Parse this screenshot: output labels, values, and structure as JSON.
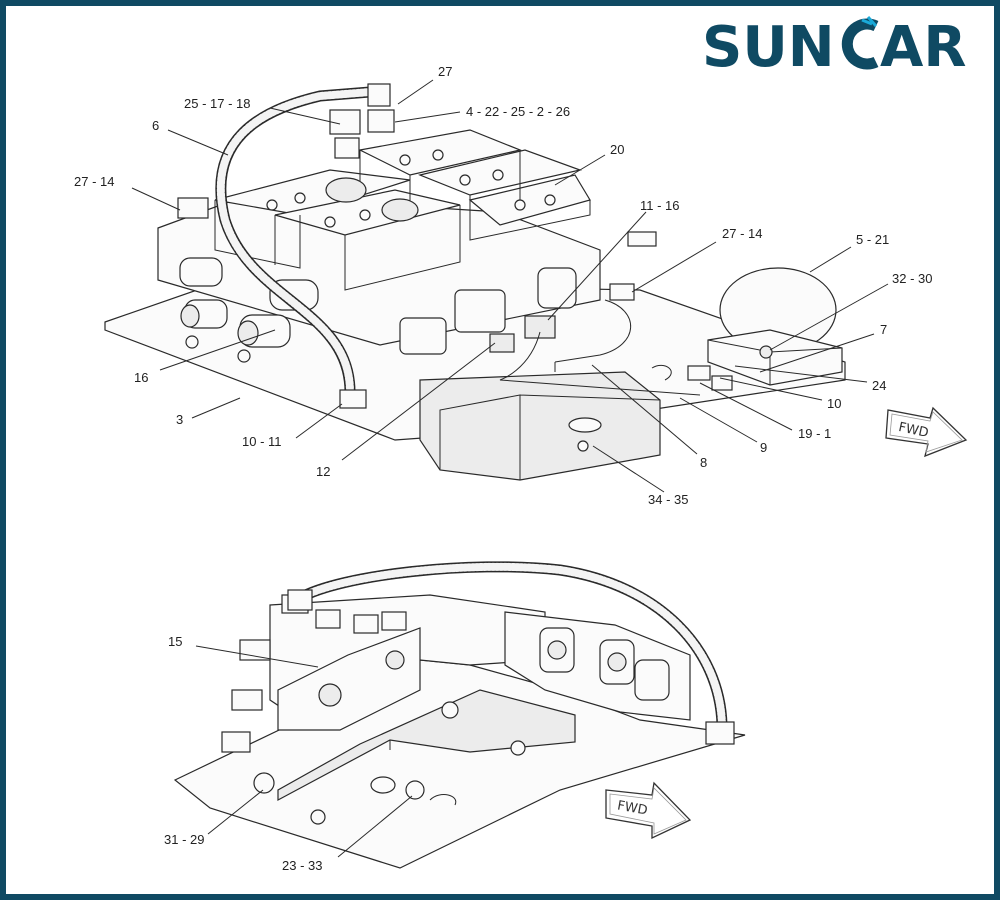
{
  "brand": {
    "name_left": "SUN",
    "name_right": "AR",
    "color_primary": "#0f4a63",
    "color_accent": "#1aa9d8"
  },
  "frame_color": "#0f4a63",
  "callouts": [
    {
      "id": "c1",
      "text": "27"
    },
    {
      "id": "c2",
      "text": "25 - 17 - 18"
    },
    {
      "id": "c3",
      "text": "4 - 22 - 25 - 2 - 26"
    },
    {
      "id": "c4",
      "text": "6"
    },
    {
      "id": "c5",
      "text": "20"
    },
    {
      "id": "c6",
      "text": "27 - 14"
    },
    {
      "id": "c7",
      "text": "11 - 16"
    },
    {
      "id": "c8",
      "text": "27 - 14"
    },
    {
      "id": "c9",
      "text": "5 - 21"
    },
    {
      "id": "c10",
      "text": "32 - 30"
    },
    {
      "id": "c11",
      "text": "7"
    },
    {
      "id": "c12",
      "text": "16"
    },
    {
      "id": "c13",
      "text": "24"
    },
    {
      "id": "c14",
      "text": "10"
    },
    {
      "id": "c15",
      "text": "3"
    },
    {
      "id": "c16",
      "text": "19 - 1"
    },
    {
      "id": "c17",
      "text": "10 - 11"
    },
    {
      "id": "c18",
      "text": "9"
    },
    {
      "id": "c19",
      "text": "8"
    },
    {
      "id": "c20",
      "text": "12"
    },
    {
      "id": "c21",
      "text": "34 - 35"
    },
    {
      "id": "c22",
      "text": "15"
    },
    {
      "id": "c23",
      "text": "31 - 29"
    },
    {
      "id": "c24",
      "text": "23 - 33"
    }
  ],
  "direction_markers": [
    {
      "id": "fwd1",
      "text": "FWD"
    },
    {
      "id": "fwd2",
      "text": "FWD"
    }
  ]
}
